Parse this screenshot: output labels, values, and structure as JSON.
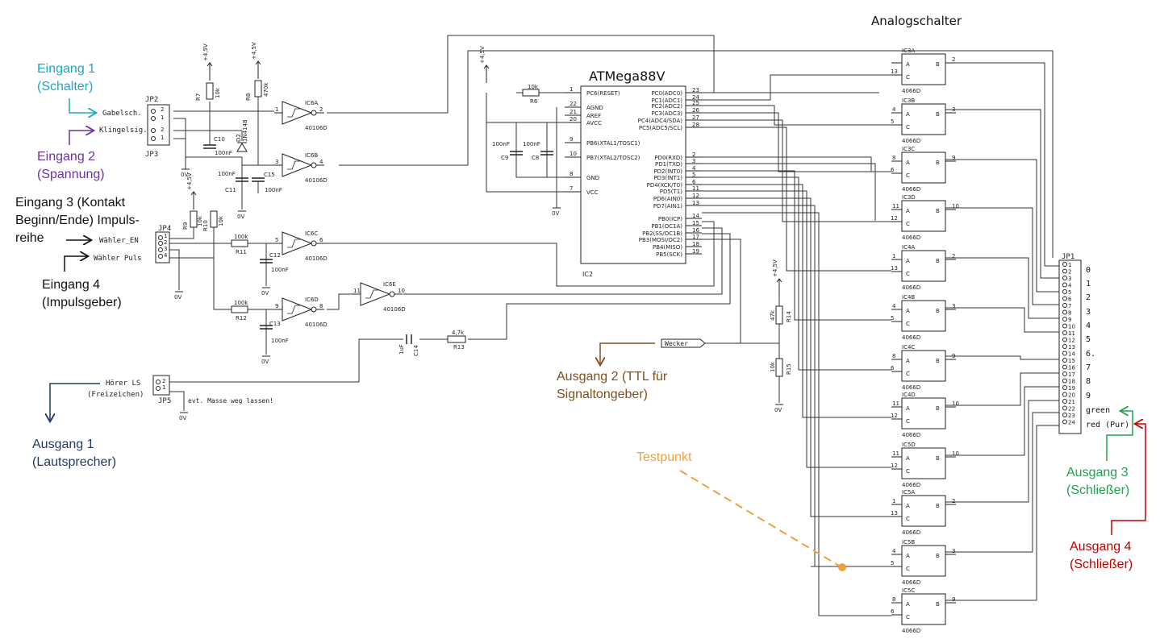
{
  "title": "Analogschalter",
  "mcu": {
    "name": "ATMega88V",
    "ref": "IC2",
    "left_pins": [
      {
        "num": "1",
        "name": "PC6(RESET)"
      },
      {
        "num": "22",
        "name": "AGND"
      },
      {
        "num": "21",
        "name": "AREF"
      },
      {
        "num": "20",
        "name": "AVCC"
      },
      {
        "num": "9",
        "name": "PB6(XTAL1/TOSC1)"
      },
      {
        "num": "10",
        "name": "PB7(XTAL2/TOSC2)"
      },
      {
        "num": "8",
        "name": "GND"
      },
      {
        "num": "7",
        "name": "VCC"
      }
    ],
    "right_pins": [
      {
        "num": "23",
        "name": "PC0(ADC0)"
      },
      {
        "num": "24",
        "name": "PC1(ADC1)"
      },
      {
        "num": "25",
        "name": "PC2(ADC2)"
      },
      {
        "num": "26",
        "name": "PC3(ADC3)"
      },
      {
        "num": "27",
        "name": "PC4(ADC4/SDA)"
      },
      {
        "num": "28",
        "name": "PC5(ADC5/SCL)"
      },
      {
        "num": "2",
        "name": "PD0(RXD)"
      },
      {
        "num": "3",
        "name": "PD1(TXD)"
      },
      {
        "num": "4",
        "name": "PD2(INT0)"
      },
      {
        "num": "5",
        "name": "PD3(INT1)"
      },
      {
        "num": "6",
        "name": "PD4(XCK/T0)"
      },
      {
        "num": "11",
        "name": "PD5(T1)"
      },
      {
        "num": "12",
        "name": "PD6(AIN0)"
      },
      {
        "num": "13",
        "name": "PD7(AIN1)"
      },
      {
        "num": "14",
        "name": "PB0(ICP)"
      },
      {
        "num": "15",
        "name": "PB1(OC1A)"
      },
      {
        "num": "16",
        "name": "PB2(SS/OC1B)"
      },
      {
        "num": "17",
        "name": "PB3(MOSI/OC2)"
      },
      {
        "num": "18",
        "name": "PB4(MISO)"
      },
      {
        "num": "19",
        "name": "PB5(SCK)"
      }
    ]
  },
  "switches": [
    {
      "ref": "IC3A",
      "ctrl": "13",
      "out": "2"
    },
    {
      "ref": "IC3B",
      "ctrl": "5",
      "in": "4",
      "out": "3"
    },
    {
      "ref": "IC3C",
      "ctrl": "6",
      "in": "8",
      "out": "9"
    },
    {
      "ref": "IC3D",
      "ctrl": "12",
      "in": "11",
      "out": "10"
    },
    {
      "ref": "IC4A",
      "ctrl": "13",
      "in": "1",
      "out": "2"
    },
    {
      "ref": "IC4B",
      "ctrl": "5",
      "in": "4",
      "out": "3"
    },
    {
      "ref": "IC4C",
      "ctrl": "6",
      "in": "8",
      "out": "9"
    },
    {
      "ref": "IC4D",
      "ctrl": "12",
      "in": "11",
      "out": "10"
    },
    {
      "ref": "IC5D",
      "ctrl": "12",
      "in": "11",
      "out": "10"
    },
    {
      "ref": "IC5A",
      "ctrl": "13",
      "in": "1",
      "out": "2"
    },
    {
      "ref": "IC5B",
      "ctrl": "5",
      "in": "4",
      "out": "3"
    },
    {
      "ref": "IC5C",
      "ctrl": "6",
      "in": "8",
      "out": "9"
    }
  ],
  "switch_type": "4066D",
  "switch_pins": {
    "a": "A",
    "b": "B",
    "c": "C"
  },
  "inverters": [
    {
      "ref": "IC6A",
      "pin_in": "1",
      "pin_out": "2"
    },
    {
      "ref": "IC6B",
      "pin_in": "3",
      "pin_out": "4"
    },
    {
      "ref": "IC6C",
      "pin_in": "5",
      "pin_out": "6"
    },
    {
      "ref": "IC6D",
      "pin_in": "9",
      "pin_out": "8"
    },
    {
      "ref": "IC6E",
      "pin_in": "11",
      "pin_out": "10"
    }
  ],
  "inverter_type": "40106D",
  "resistors": {
    "R7": "10k",
    "R8": "470k",
    "R6": "10k",
    "R9": "10k",
    "R10": "10k",
    "R11": "100k",
    "R12": "100k",
    "R13": "4,7k",
    "R14": "47k",
    "R15": "10k"
  },
  "caps": {
    "C10": "100nF",
    "C11": "100nF",
    "C15": "100nF",
    "C12": "100nF",
    "C13": "100nF",
    "C9": "100nF",
    "C8": "100nF",
    "C14": "1uF"
  },
  "diode": {
    "ref": "D2",
    "type": "1N4148"
  },
  "supply": "+4,5V",
  "ground": "0V",
  "connectors": {
    "JP2": {
      "ref": "JP2",
      "label": "Gabelsch."
    },
    "JP3": {
      "ref": "JP3",
      "label": "Klingelsig."
    },
    "JP4": {
      "ref": "JP4",
      "label1": "Wähler_EN",
      "label2": "Wähler Puls"
    },
    "JP5": {
      "ref": "JP5",
      "label1": "Hörer LS",
      "label2": "(Freizeichen)",
      "note": "evt. Masse weg lassen!"
    },
    "JP1": {
      "ref": "JP1",
      "pins": [
        "1",
        "2",
        "3",
        "4",
        "5",
        "6",
        "7",
        "8",
        "9",
        "10",
        "11",
        "12",
        "13",
        "14",
        "15",
        "16",
        "17",
        "18",
        "19",
        "20",
        "21",
        "22",
        "23",
        "24"
      ],
      "labels": [
        "0",
        "1",
        "2",
        "3",
        "4",
        "5",
        "6.",
        "7",
        "8",
        "9",
        "green",
        "red (Pur)"
      ]
    }
  },
  "wecker": "Wecker",
  "annotations": {
    "eingang1": [
      "Eingang 1",
      "(Schalter)"
    ],
    "eingang2": [
      "Eingang 2",
      "(Spannung)"
    ],
    "eingang3": [
      "Eingang 3 (Kontakt",
      "Beginn/Ende) Impuls-",
      "reihe"
    ],
    "eingang4": [
      "Eingang 4",
      "(Impulsgeber)"
    ],
    "ausgang1": [
      "Ausgang 1",
      "(Lautsprecher)"
    ],
    "ausgang2": [
      "Ausgang 2 (TTL für",
      "Signaltongeber)"
    ],
    "ausgang3": [
      "Ausgang 3",
      "(Schließer)"
    ],
    "ausgang4": [
      "Ausgang 4",
      "(Schließer)"
    ],
    "testpunkt": "Testpunkt"
  },
  "colors": {
    "eingang1": "#1aa6c8",
    "eingang2": "#7030a0",
    "ausgang1": "#1f3a5f",
    "ausgang2": "#7f4f1f",
    "ausgang3": "#22a050",
    "ausgang4": "#c00000",
    "testpunkt": "#f0a040"
  }
}
